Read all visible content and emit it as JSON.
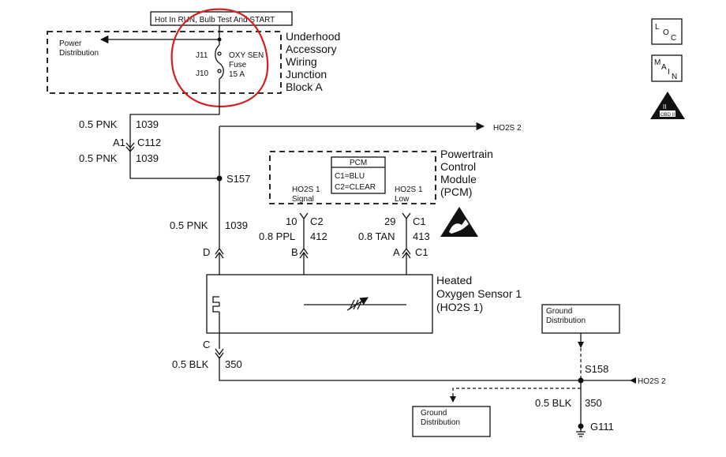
{
  "fuse_block": {
    "header": "Hot In RUN, Bulb Test And START",
    "power_distribution": [
      "Power",
      "Distribution"
    ],
    "terminal_top": "J11",
    "terminal_bottom": "J10",
    "fuse_lines": [
      "OXY SEN",
      "Fuse",
      "15 A"
    ],
    "name_lines": [
      "Underhood",
      "Accessory",
      "Wiring",
      "Junction",
      "Block A"
    ]
  },
  "feed_wire": {
    "top_gauge": "0.5 PNK",
    "top_circuit": "1039",
    "connector_pin": "A1",
    "connector_id": "C112",
    "bottom_gauge": "0.5 PNK",
    "bottom_circuit": "1039"
  },
  "ho2s2_top": "HO2S 2",
  "splice_s157": "S157",
  "pcm": {
    "box_title": "PCM",
    "conn1": "C1=BLU",
    "conn2": "C2=CLEAR",
    "signal_lines": [
      "HO2S 1",
      "Signal"
    ],
    "low_lines": [
      "HO2S 1",
      "Low"
    ],
    "name_lines": [
      "Powertrain",
      "Control",
      "Module",
      "(PCM)"
    ]
  },
  "signal_wire": {
    "pin": "10",
    "conn": "C2",
    "gauge": "0.8 PPL",
    "circuit": "412",
    "sensor_pin": "B"
  },
  "low_wire": {
    "pin": "29",
    "conn": "C1",
    "gauge": "0.8 TAN",
    "circuit": "413",
    "sensor_pin": "A",
    "sensor_conn": "C1"
  },
  "heater_wire": {
    "gauge": "0.5 PNK",
    "circuit": "1039",
    "sensor_pin": "D"
  },
  "sensor": {
    "name_lines": [
      "Heated",
      "Oxygen Sensor 1",
      "(HO2S 1)"
    ]
  },
  "ground_wire": {
    "sensor_pin": "C",
    "gauge": "0.5 BLK",
    "circuit": "350"
  },
  "ground_dist_top": [
    "Ground",
    "Distribution"
  ],
  "splice_s158": "S158",
  "ho2s2_right": "HO2S 2",
  "ground_dist_bottom": [
    "Ground",
    "Distribution"
  ],
  "ground_wire2": {
    "gauge": "0.5 BLK",
    "circuit": "350"
  },
  "ground_g111": "G111",
  "legend": {
    "loc": [
      "L",
      "O",
      "C"
    ],
    "main": [
      "M",
      "A",
      "I",
      "N"
    ],
    "obd_top": "II",
    "obd_bottom": "OBD II"
  },
  "colors": {
    "ink": "#111111",
    "annotation": "#d42020"
  }
}
